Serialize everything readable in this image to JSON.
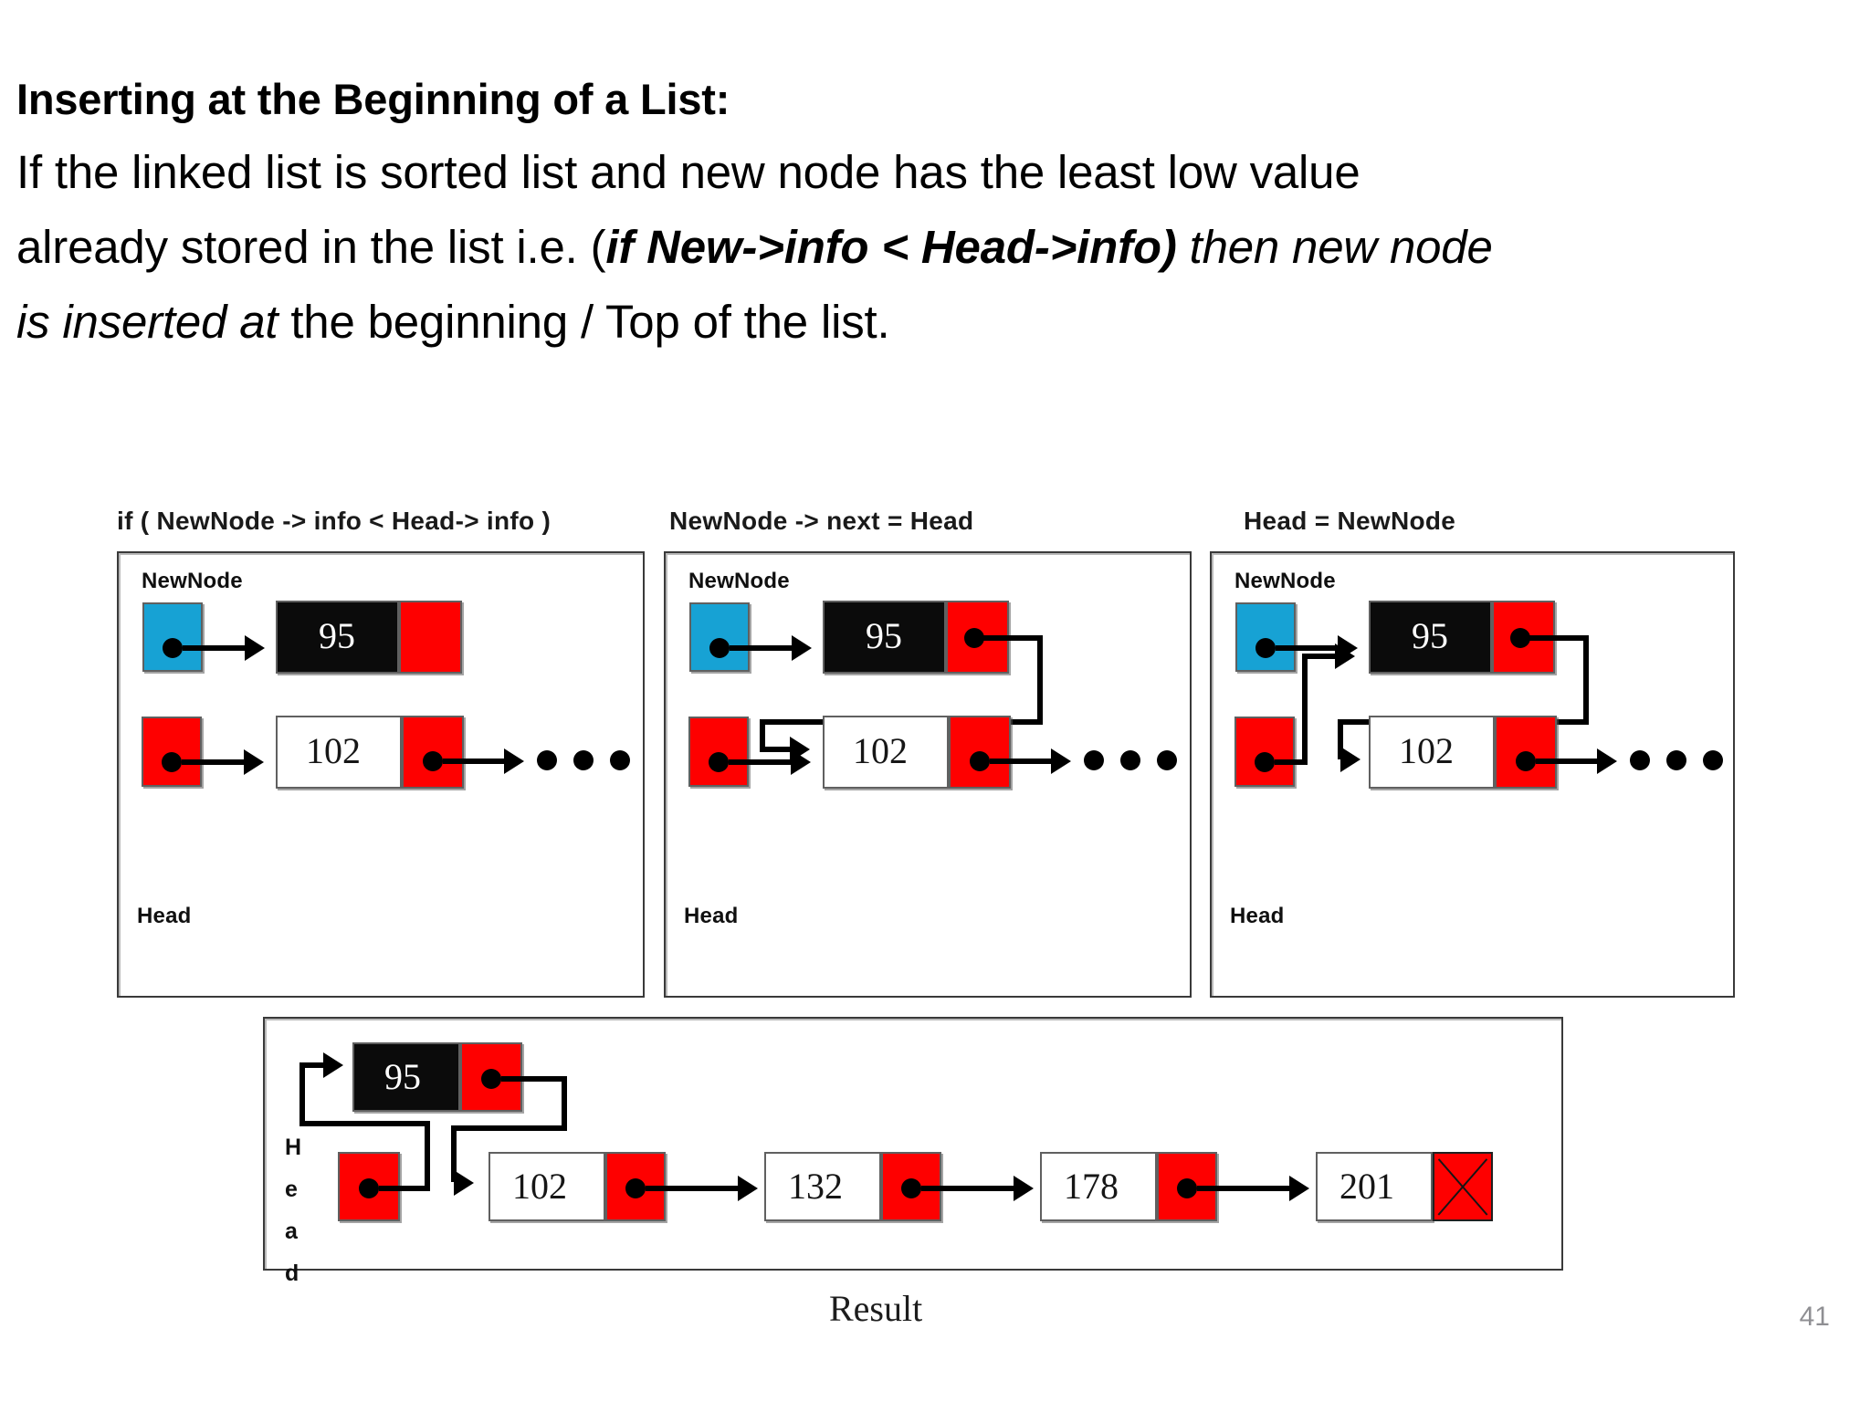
{
  "slide": {
    "heading": "Inserting at the Beginning of a List:",
    "body_line_1": "If the linked list is sorted list and new node has the least low value",
    "body_line_2_a": "already stored in the list i.e. (",
    "body_line_2_b": "if New->info < Head->info)",
    "body_line_2_c": " then new node",
    "body_line_3_a": "is inserted at",
    "body_line_3_b": " the beginning / Top of the list.",
    "page_number": "41"
  },
  "diagram": {
    "panels": [
      {
        "caption": "if ( NewNode -> info < Head-> info )",
        "newnode_label": "NewNode",
        "head_label": "Head",
        "new_value": "95",
        "list_value": "102",
        "ellipsis": "• • •"
      },
      {
        "caption": "NewNode -> next = Head",
        "newnode_label": "NewNode",
        "head_label": "Head",
        "new_value": "95",
        "list_value": "102",
        "ellipsis": "• • •"
      },
      {
        "caption": "Head = NewNode",
        "newnode_label": "NewNode",
        "head_label": "Head",
        "new_value": "95",
        "list_value": "102",
        "ellipsis": "• • •"
      }
    ],
    "result": {
      "caption": "Result",
      "head_label_letters": [
        "H",
        "e",
        "a",
        "d"
      ],
      "inserted_value": "95",
      "node_values": [
        "102",
        "132",
        "178",
        "201"
      ],
      "null_marker": "X"
    },
    "colors": {
      "newnode_pointer": "#17a2d4",
      "pointer_field": "#fe0000",
      "new_node_fill": "#0b0b0b",
      "list_node_fill": "#ffffff",
      "panel_border": "#3a3a3a",
      "link_line": "#000000"
    }
  }
}
